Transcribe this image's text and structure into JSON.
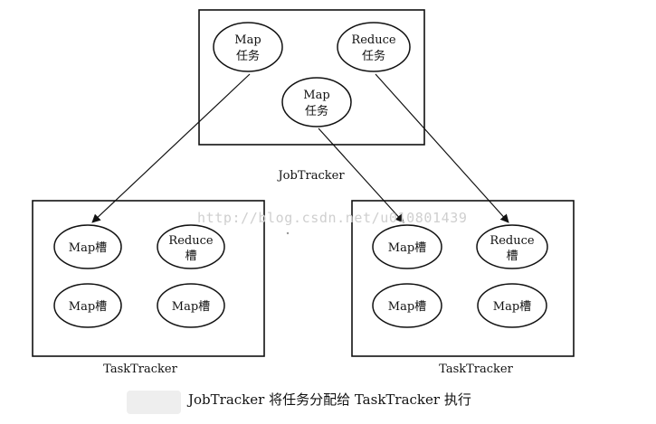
{
  "job_tracker": {
    "label": "JobTracker",
    "tasks": [
      {
        "line1": "Map",
        "line2": "任务"
      },
      {
        "line1": "Reduce",
        "line2": "任务"
      },
      {
        "line1": "Map",
        "line2": "任务"
      }
    ]
  },
  "task_trackers": [
    {
      "label": "TaskTracker",
      "slots": [
        {
          "line1": "Map槽",
          "line2": ""
        },
        {
          "line1": "Reduce",
          "line2": "槽"
        },
        {
          "line1": "Map槽",
          "line2": ""
        },
        {
          "line1": "Map槽",
          "line2": ""
        }
      ]
    },
    {
      "label": "TaskTracker",
      "slots": [
        {
          "line1": "Map槽",
          "line2": ""
        },
        {
          "line1": "Reduce",
          "line2": "槽"
        },
        {
          "line1": "Map槽",
          "line2": ""
        },
        {
          "line1": "Map槽",
          "line2": ""
        }
      ]
    }
  ],
  "watermark": "http://blog.csdn.net/u010801439",
  "caption": "JobTracker 将任务分配给 TaskTracker 执行"
}
